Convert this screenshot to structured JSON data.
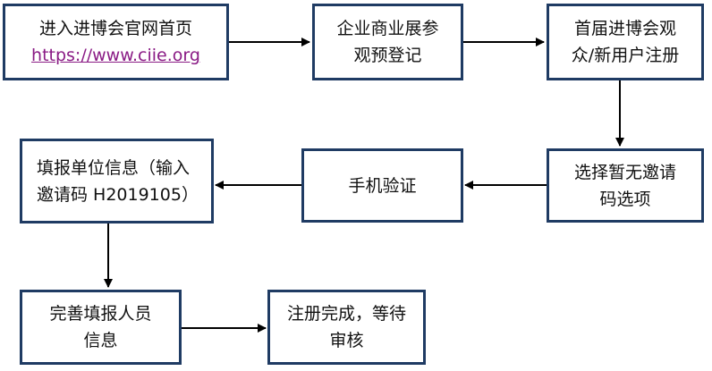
{
  "steps": [
    {
      "id": "s1",
      "lines": [
        "进入进博会官网首页"
      ],
      "link": "https://www.ciie.org"
    },
    {
      "id": "s2",
      "lines": [
        "企业商业展参",
        "观预登记"
      ]
    },
    {
      "id": "s3",
      "lines": [
        "首届进博会观",
        "众/新用户注册"
      ]
    },
    {
      "id": "s4",
      "lines": [
        "选择暂无邀请",
        "码选项"
      ]
    },
    {
      "id": "s5",
      "lines": [
        "手机验证"
      ]
    },
    {
      "id": "s6",
      "lines": [
        "填报单位信息（输入",
        "邀请码 H2019105）"
      ]
    },
    {
      "id": "s7",
      "lines": [
        "完善填报人员",
        "信息"
      ]
    },
    {
      "id": "s8",
      "lines": [
        "注册完成，等待",
        "审核"
      ]
    }
  ],
  "colors": {
    "border": "#1f3b63",
    "link": "#8a1b85",
    "arrow": "#000000"
  }
}
